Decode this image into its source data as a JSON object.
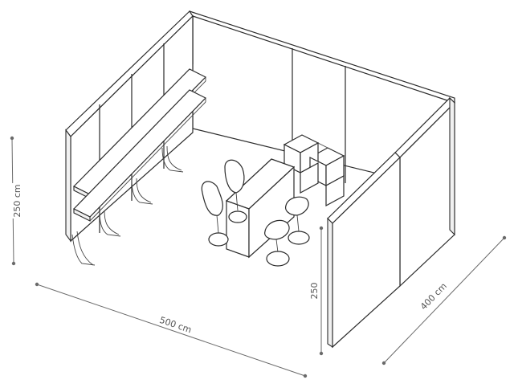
{
  "dimensions": {
    "height_left": "250 cm",
    "width_front": "500 cm",
    "depth_right": "400 cm",
    "height_front_wall": "250"
  },
  "colors": {
    "line": "#2b2b2b",
    "dimension": "#6a6a6a",
    "background": "#ffffff"
  }
}
